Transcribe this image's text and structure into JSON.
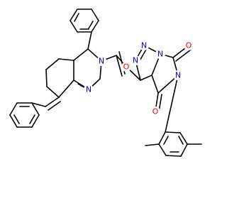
{
  "molecule": {
    "atom_labels": [
      {
        "id": "o-ketone",
        "text": "O",
        "color": "#ff0000"
      },
      {
        "id": "n-pyrazoline-2",
        "text": "N",
        "color": "#0000ff"
      },
      {
        "id": "n-pyrazoline-1",
        "text": "N",
        "color": "#0000ff"
      },
      {
        "id": "n-triazole-a",
        "text": "N",
        "color": "#0000ff"
      },
      {
        "id": "n-triazole-b",
        "text": "N",
        "color": "#0000ff"
      },
      {
        "id": "n-triazole-c",
        "text": "N",
        "color": "#0000ff"
      },
      {
        "id": "o-imide-upper",
        "text": "O",
        "color": "#ff0000"
      },
      {
        "id": "n-imide",
        "text": "N",
        "color": "#0000ff"
      },
      {
        "id": "o-imide-lower",
        "text": "O",
        "color": "#ff0000"
      }
    ]
  }
}
